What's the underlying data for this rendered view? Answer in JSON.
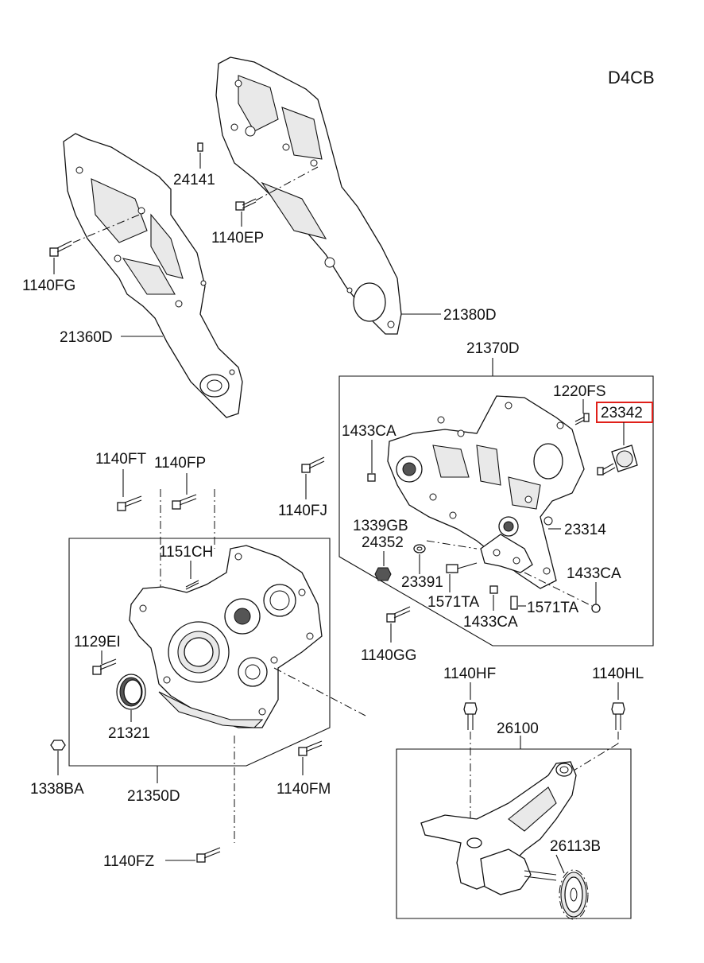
{
  "engine_code": "D4CB",
  "highlight_color": "#e0201a",
  "parts": {
    "p24141": "24141",
    "p1140EP": "1140EP",
    "p1140FG": "1140FG",
    "p21360D": "21360D",
    "p21380D": "21380D",
    "p21370D": "21370D",
    "p1220FS": "1220FS",
    "p23342": "23342",
    "p1433CA_a": "1433CA",
    "p1140FJ": "1140FJ",
    "p1339GB": "1339GB",
    "p24352": "24352",
    "p23314": "23314",
    "p23391": "23391",
    "p1571TA_a": "1571TA",
    "p1433CA_b": "1433CA",
    "p1571TA_b": "1571TA",
    "p1433CA_c": "1433CA",
    "p1140GG": "1140GG",
    "p1140FT": "1140FT",
    "p1140FP": "1140FP",
    "p1151CH": "1151CH",
    "p1129EI": "1129EI",
    "p21321": "21321",
    "p1338BA": "1338BA",
    "p21350D": "21350D",
    "p1140FM": "1140FM",
    "p1140FZ": "1140FZ",
    "p1140HF": "1140HF",
    "p1140HL": "1140HL",
    "p26100": "26100",
    "p26113B": "26113B"
  }
}
